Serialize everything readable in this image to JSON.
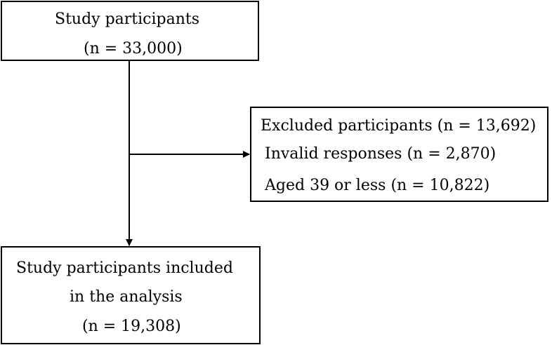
{
  "top_box": {
    "line1": "Study participants",
    "line2": "(n = 33,000)"
  },
  "excluded_box": {
    "title": "Excluded participants (n = 13,692)",
    "item1": "Invalid responses (n = 2,870)",
    "item2": "Aged 39 or less (n = 10,822)"
  },
  "bottom_box": {
    "line1": "Study participants included",
    "line2": "in the analysis",
    "line3": "(n = 19,308)"
  }
}
